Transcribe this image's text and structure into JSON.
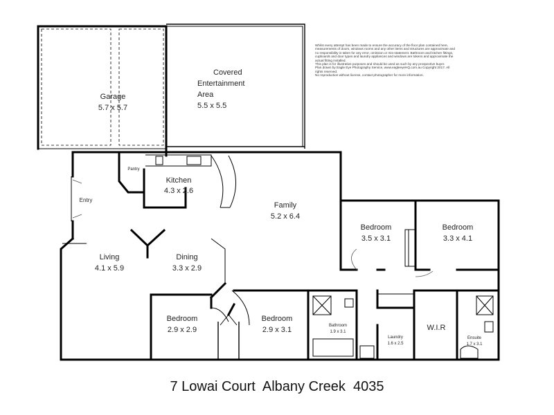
{
  "disclaimer": {
    "line1": "Whilst every attempt has been made to ensure the accuracy of the floor plan contained here,",
    "line2": "measurements of doors, windows rooms and any other items and structures are approximate and",
    "line3": "no responsibility is taken for any error, omission or mis-statement. Bathroom and kitchen fittings,",
    "line4": "cupboards and door types and laundry appliances and windows are tokens and approximate the",
    "line5": "actual fitting installed.",
    "line6": "This plan is for illustrative purposes and should be used as such by any prospective buyer.",
    "line7": "Plan drawn by Eagle Eye Photography Service, www.eagleeyeHQ.com.au Copyright 2017. All",
    "line8": "rights reserved.",
    "line9": "No reproduction without license, contact photographer for more information."
  },
  "rooms": {
    "garage": {
      "name": "Garage",
      "dims": "5.7 x 5.7"
    },
    "entertainment": {
      "name1": "Covered",
      "name2": "Entertainment",
      "name3": "Area",
      "dims": "5.5 x 5.5"
    },
    "pantry": {
      "name": "Pantry"
    },
    "kitchen": {
      "name": "Kitchen",
      "dims": "4.3 x 2.6"
    },
    "entry": {
      "name": "Entry"
    },
    "family": {
      "name": "Family",
      "dims": "5.2 x 6.4"
    },
    "bedroom_a": {
      "name": "Bedroom",
      "dims": "3.5 x 3.1"
    },
    "bedroom_b": {
      "name": "Bedroom",
      "dims": "3.3 x 4.1"
    },
    "living": {
      "name": "Living",
      "dims": "4.1 x 5.9"
    },
    "dining": {
      "name": "Dining",
      "dims": "3.3 x 2.9"
    },
    "bedroom_c": {
      "name": "Bedroom",
      "dims": "2.9 x 2.9"
    },
    "bedroom_d": {
      "name": "Bedroom",
      "dims": "2.9 x 3.1"
    },
    "bathroom": {
      "name": "Bathroom",
      "dims": "1.9 x 3.1"
    },
    "laundry": {
      "name": "Laundry",
      "dims": "1.6 x 2.5"
    },
    "wir": {
      "name": "W.I.R"
    },
    "ensuite": {
      "name": "Ensuite",
      "dims": "1.7 x 3.1"
    }
  },
  "address": "7 Lowai Court  Albany Creek  4035"
}
